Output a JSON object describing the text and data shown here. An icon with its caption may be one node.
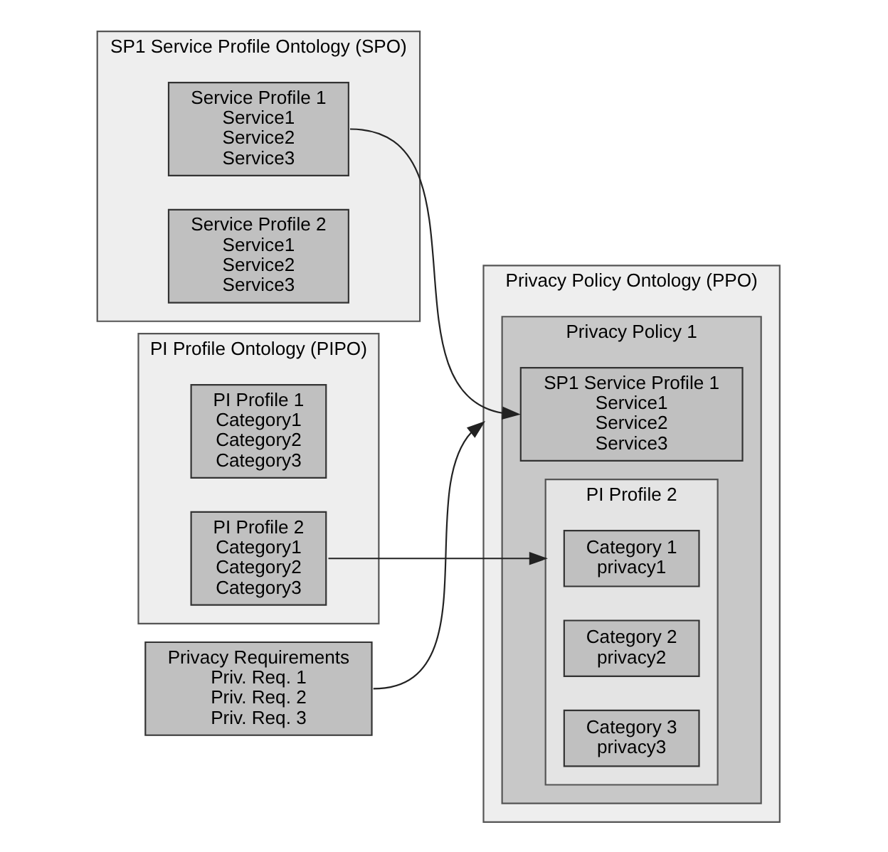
{
  "diagram": {
    "nodes": [
      {
        "text": [
          "SP1 Service Profile Ontology (SPO)"
        ]
      },
      {
        "text": [
          "Service Profile 1",
          "Service1",
          "Service2",
          "Service3"
        ],
        "in": 0
      },
      {
        "text": [
          "Service Profile 2",
          "Service1",
          "Service2",
          "Service3"
        ],
        "in": 0
      },
      {
        "text": [
          "PI Profile Ontology (PIPO)"
        ]
      },
      {
        "text": [
          "PI Profile 1",
          "Category1",
          "Category2",
          "Category3"
        ],
        "in": 3
      },
      {
        "text": [
          "PI Profile 2",
          "Category1",
          "Category2",
          "Category3"
        ],
        "in": 3
      },
      {
        "text": [
          "Privacy Policy Ontology (PPO)"
        ]
      },
      {
        "text": [
          "Privacy Policy 1"
        ],
        "in": 6
      },
      {
        "text": [
          "SP1 Service Profile 1",
          "Service1",
          "Service2",
          "Service3"
        ],
        "in": 7
      },
      {
        "text": [
          "PI Profile 2"
        ],
        "in": 7
      },
      {
        "text": [
          "Category 1",
          "privacy1"
        ],
        "in": 9
      },
      {
        "text": [
          "Category 2",
          "privacy2"
        ],
        "in": 9
      },
      {
        "text": [
          "Category 3",
          "privacy3"
        ],
        "in": 9
      },
      {
        "text": [
          "Privacy Requirements",
          "Priv. Req. 1",
          "Priv. Req. 2",
          "Priv. Req. 3"
        ]
      }
    ],
    "edges": [
      {
        "from": 1,
        "to": 8,
        "arrow": "to"
      },
      {
        "from": 5,
        "to": 9,
        "arrow": "to"
      },
      {
        "from": 13,
        "to": 6,
        "arrow": "to"
      }
    ]
  }
}
